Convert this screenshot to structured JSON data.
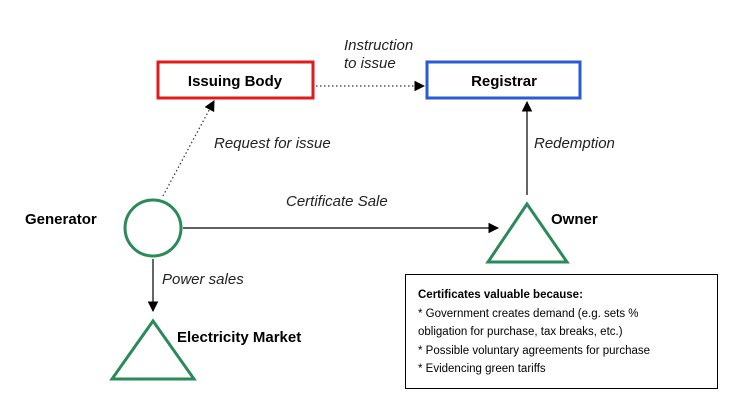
{
  "nodes": {
    "issuing_body": "Issuing Body",
    "registrar": "Registrar",
    "generator": "Generator",
    "owner": "Owner",
    "electricity_market": "Electricity Market"
  },
  "edges": {
    "instruction_line1": "Instruction",
    "instruction_line2": "to issue",
    "request_for_issue": "Request for issue",
    "redemption": "Redemption",
    "certificate_sale": "Certificate Sale",
    "power_sales": "Power sales"
  },
  "note": {
    "title": "Certificates valuable because:",
    "lines": [
      "* Government creates demand (e.g. sets %",
      "obligation for purchase, tax breaks, etc.)",
      "* Possible voluntary agreements for purchase",
      "* Evidencing green tariffs"
    ]
  },
  "colors": {
    "issuing_body_border": "#e01b1b",
    "registrar_border": "#2a5ad8",
    "shape_green": "#2a8a5a"
  }
}
